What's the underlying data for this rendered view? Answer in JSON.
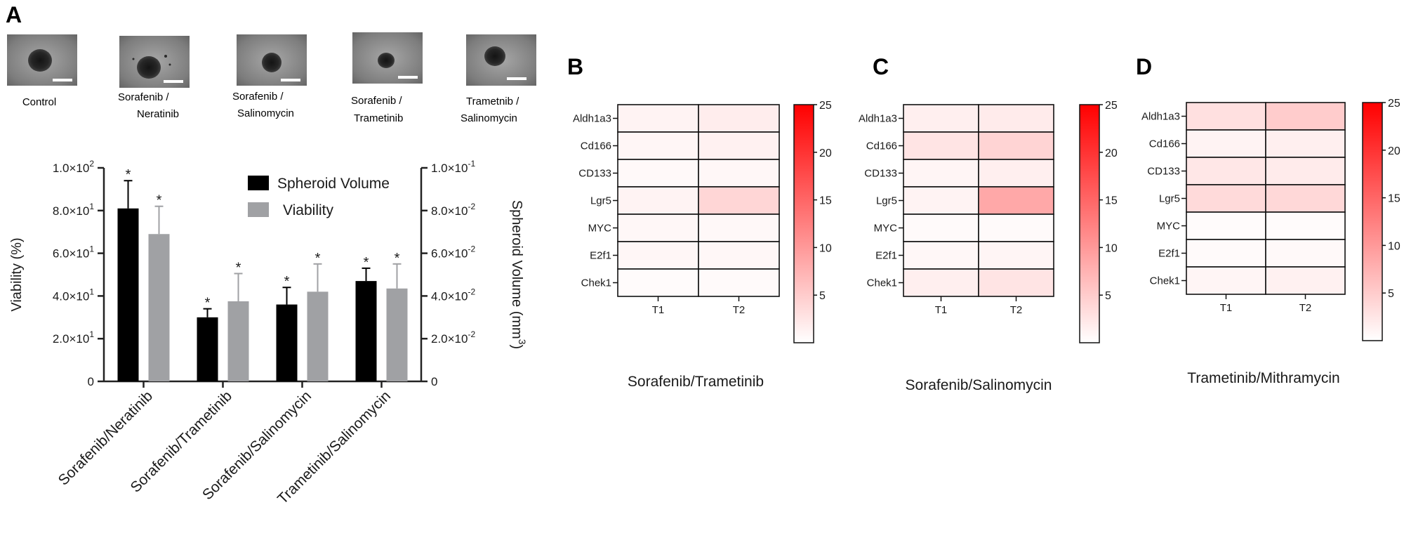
{
  "panel_labels": [
    "A",
    "B",
    "C",
    "D"
  ],
  "spheroid_images": [
    {
      "caption_lines": [
        "Control"
      ]
    },
    {
      "caption_lines": [
        "Sorafenib /",
        "Neratinib"
      ]
    },
    {
      "caption_lines": [
        "Sorafenib /",
        "Salinomycin"
      ]
    },
    {
      "caption_lines": [
        "Sorafenib /",
        "Trametinib"
      ]
    },
    {
      "caption_lines": [
        "Trametnib /",
        "Salinomycin"
      ]
    }
  ],
  "chart_data": [
    {
      "type": "bar",
      "categories": [
        "Sorafenib/Neratinib",
        "Sorafenib/Trametinib",
        "Sorafenib/Salinomycin",
        "Trametinib/Salinomycin"
      ],
      "ylabel": "Viability (%)",
      "ylabel_right": "Spheroid Volume (mm",
      "ylabel_right_sup": "3",
      "ylabel_right_close": ")",
      "ylim": [
        0,
        100
      ],
      "ylim_right": [
        0,
        0.1
      ],
      "yticks": [
        "0",
        "2.0×10",
        "4.0×10",
        "6.0×10",
        "8.0×10",
        "1.0×10"
      ],
      "ytick_exps": [
        "",
        "1",
        "1",
        "1",
        "1",
        "2"
      ],
      "yticks_right": [
        "0",
        "2.0×10",
        "4.0×10",
        "6.0×10",
        "8.0×10",
        "1.0×10"
      ],
      "ytick_right_exps": [
        "",
        "-2",
        "-2",
        "-2",
        "-2",
        "-1"
      ],
      "legend_position": "top-right",
      "significance_marker": "*",
      "series": [
        {
          "name": "Spheroid Volume",
          "axis": "right",
          "color": "#000000",
          "values": [
            0.081,
            0.03,
            0.036,
            0.047
          ],
          "errors": [
            0.013,
            0.004,
            0.008,
            0.006
          ]
        },
        {
          "name": "Viability",
          "axis": "left",
          "color": "#a0a1a4",
          "values": [
            69,
            37.5,
            42,
            43.5
          ],
          "errors": [
            13,
            13,
            13,
            11.5
          ]
        }
      ]
    },
    {
      "type": "heatmap",
      "title": "Sorafenib/Trametinib",
      "rows": [
        "Aldh1a3",
        "Cd166",
        "CD133",
        "Lgr5",
        "MYC",
        "E2f1",
        "Chek1"
      ],
      "columns": [
        "T1",
        "T2"
      ],
      "values": [
        [
          1.2,
          1.8
        ],
        [
          0.9,
          1.4
        ],
        [
          0.6,
          0.8
        ],
        [
          1.2,
          4.0
        ],
        [
          0.8,
          0.7
        ],
        [
          0.9,
          0.8
        ],
        [
          0.4,
          0.5
        ]
      ],
      "colorbar_ticks": [
        "5",
        "10",
        "15",
        "20",
        "25"
      ],
      "colorbar_range": [
        0,
        25
      ],
      "color_low": "#ffffff",
      "color_high": "#ff0000"
    },
    {
      "type": "heatmap",
      "title": "Sorafenib/Salinomycin",
      "rows": [
        "Aldh1a3",
        "Cd166",
        "CD133",
        "Lgr5",
        "MYC",
        "E2f1",
        "Chek1"
      ],
      "columns": [
        "T1",
        "T2"
      ],
      "values": [
        [
          1.6,
          2.0
        ],
        [
          2.6,
          4.2
        ],
        [
          1.0,
          1.6
        ],
        [
          1.2,
          8.5
        ],
        [
          0.5,
          0.5
        ],
        [
          0.8,
          1.0
        ],
        [
          1.6,
          2.6
        ]
      ],
      "colorbar_ticks": [
        "5",
        "10",
        "15",
        "20",
        "25"
      ],
      "colorbar_range": [
        0,
        25
      ],
      "color_low": "#ffffff",
      "color_high": "#ff0000"
    },
    {
      "type": "heatmap",
      "title": "Trametinib/Mithramycin",
      "rows": [
        "Aldh1a3",
        "Cd166",
        "CD133",
        "Lgr5",
        "MYC",
        "E2f1",
        "Chek1"
      ],
      "columns": [
        "T1",
        "T2"
      ],
      "values": [
        [
          3.0,
          5.0
        ],
        [
          1.2,
          1.6
        ],
        [
          2.4,
          2.0
        ],
        [
          3.6,
          3.8
        ],
        [
          0.4,
          0.4
        ],
        [
          0.5,
          0.6
        ],
        [
          1.0,
          1.4
        ]
      ],
      "colorbar_ticks": [
        "5",
        "10",
        "15",
        "20",
        "25"
      ],
      "colorbar_range": [
        0,
        25
      ],
      "color_low": "#ffffff",
      "color_high": "#ff0000"
    }
  ]
}
